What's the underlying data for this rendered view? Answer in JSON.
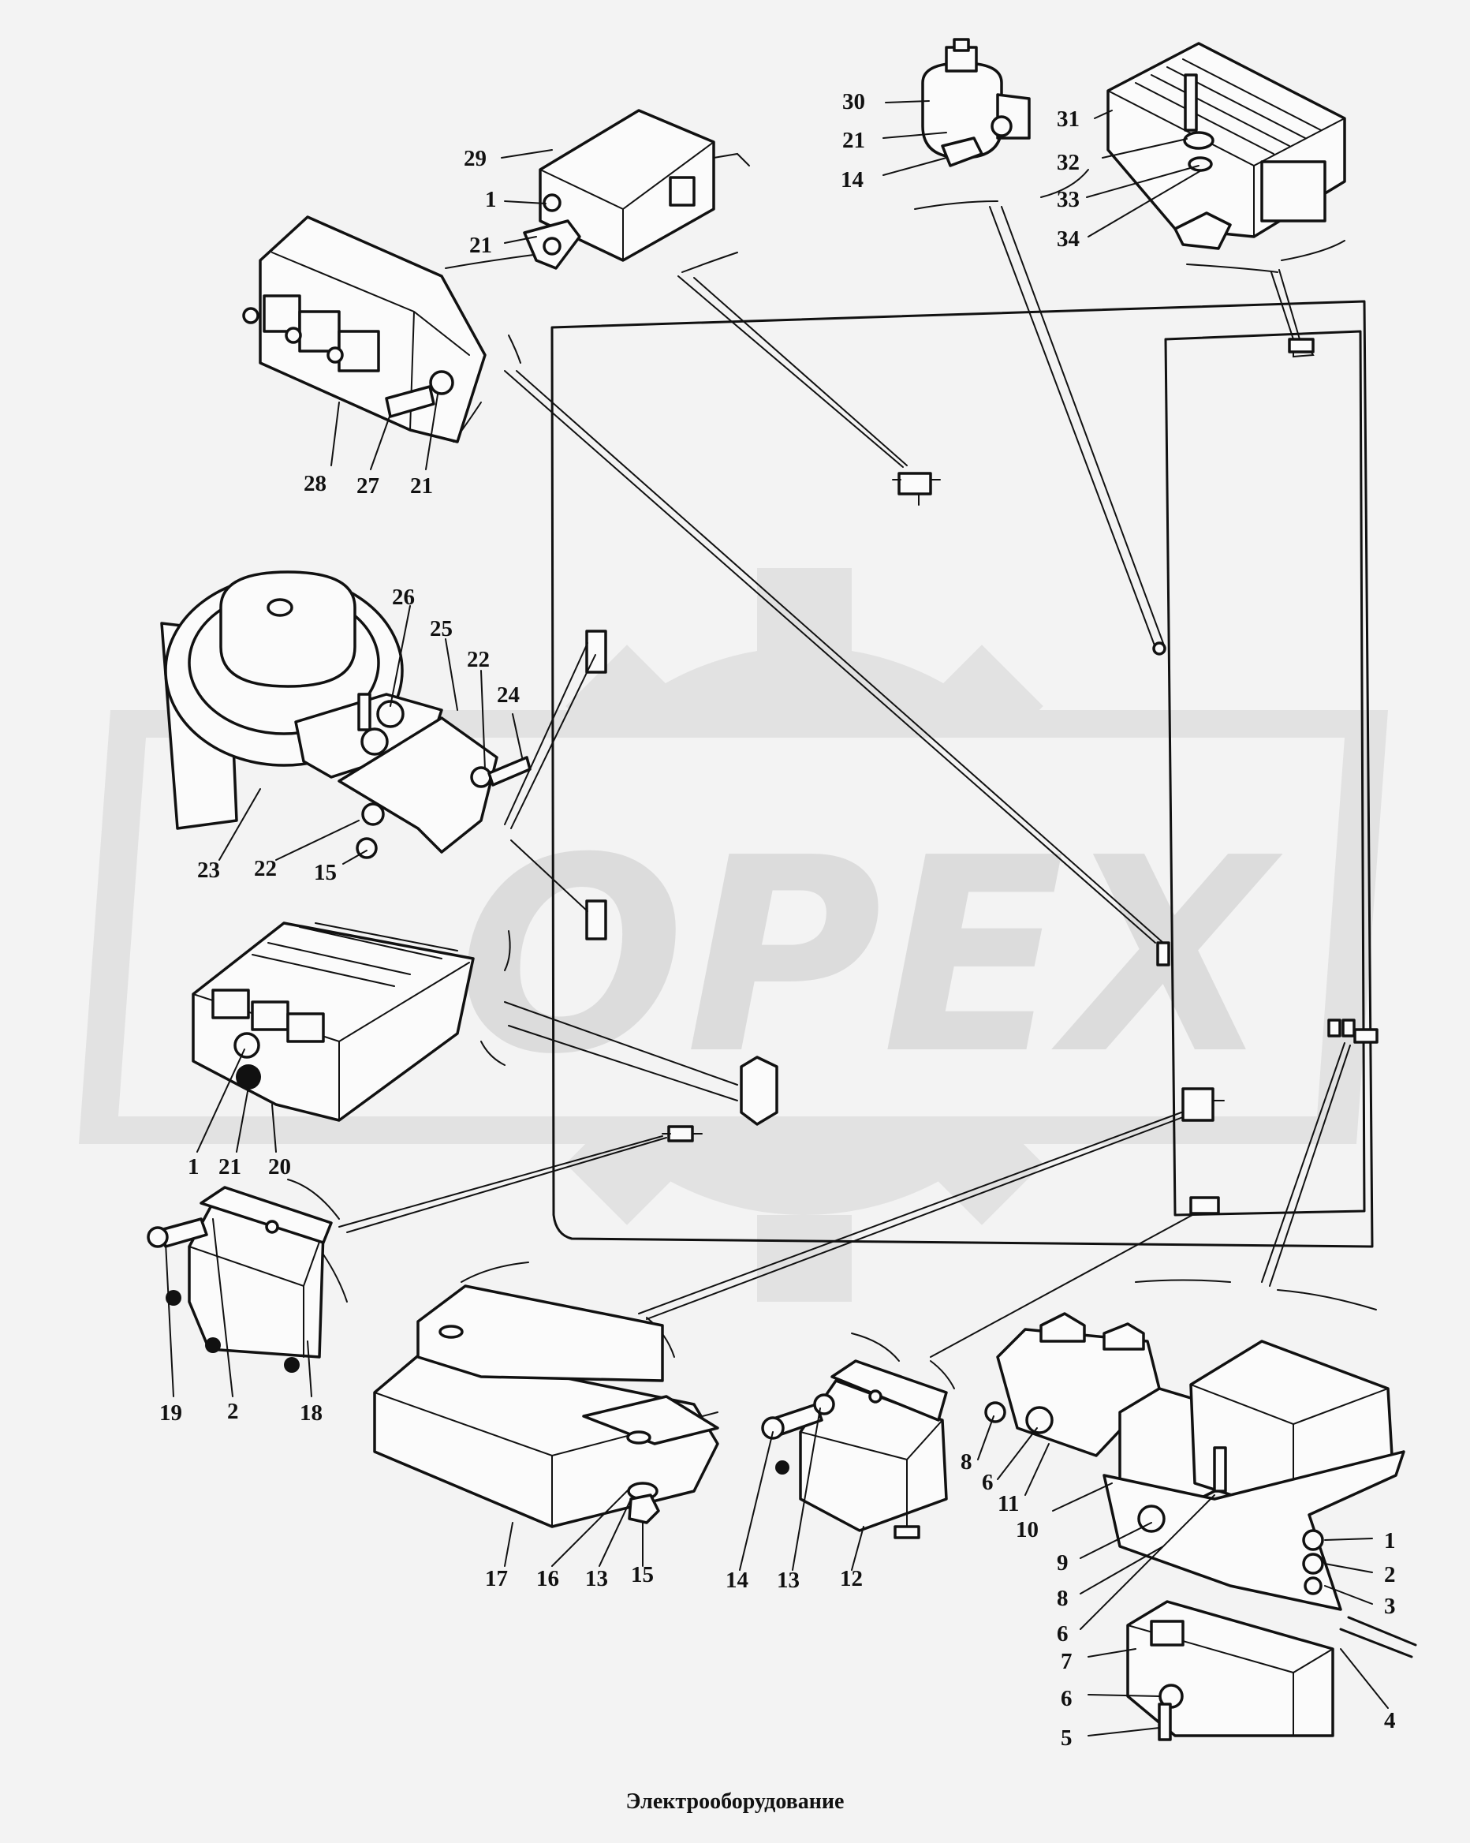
{
  "caption": "Электрооборудование",
  "watermark": "OPEX",
  "callouts": [
    "30",
    "21",
    "14",
    "31",
    "32",
    "33",
    "34",
    "29",
    "1",
    "21",
    "28",
    "27",
    "21",
    "26",
    "25",
    "22",
    "24",
    "23",
    "22",
    "15",
    "1",
    "21",
    "20",
    "19",
    "2",
    "18",
    "17",
    "16",
    "13",
    "15",
    "14",
    "13",
    "12",
    "8",
    "6",
    "11",
    "10",
    "9",
    "8",
    "6",
    "1",
    "2",
    "3",
    "7",
    "6",
    "5",
    "4"
  ]
}
